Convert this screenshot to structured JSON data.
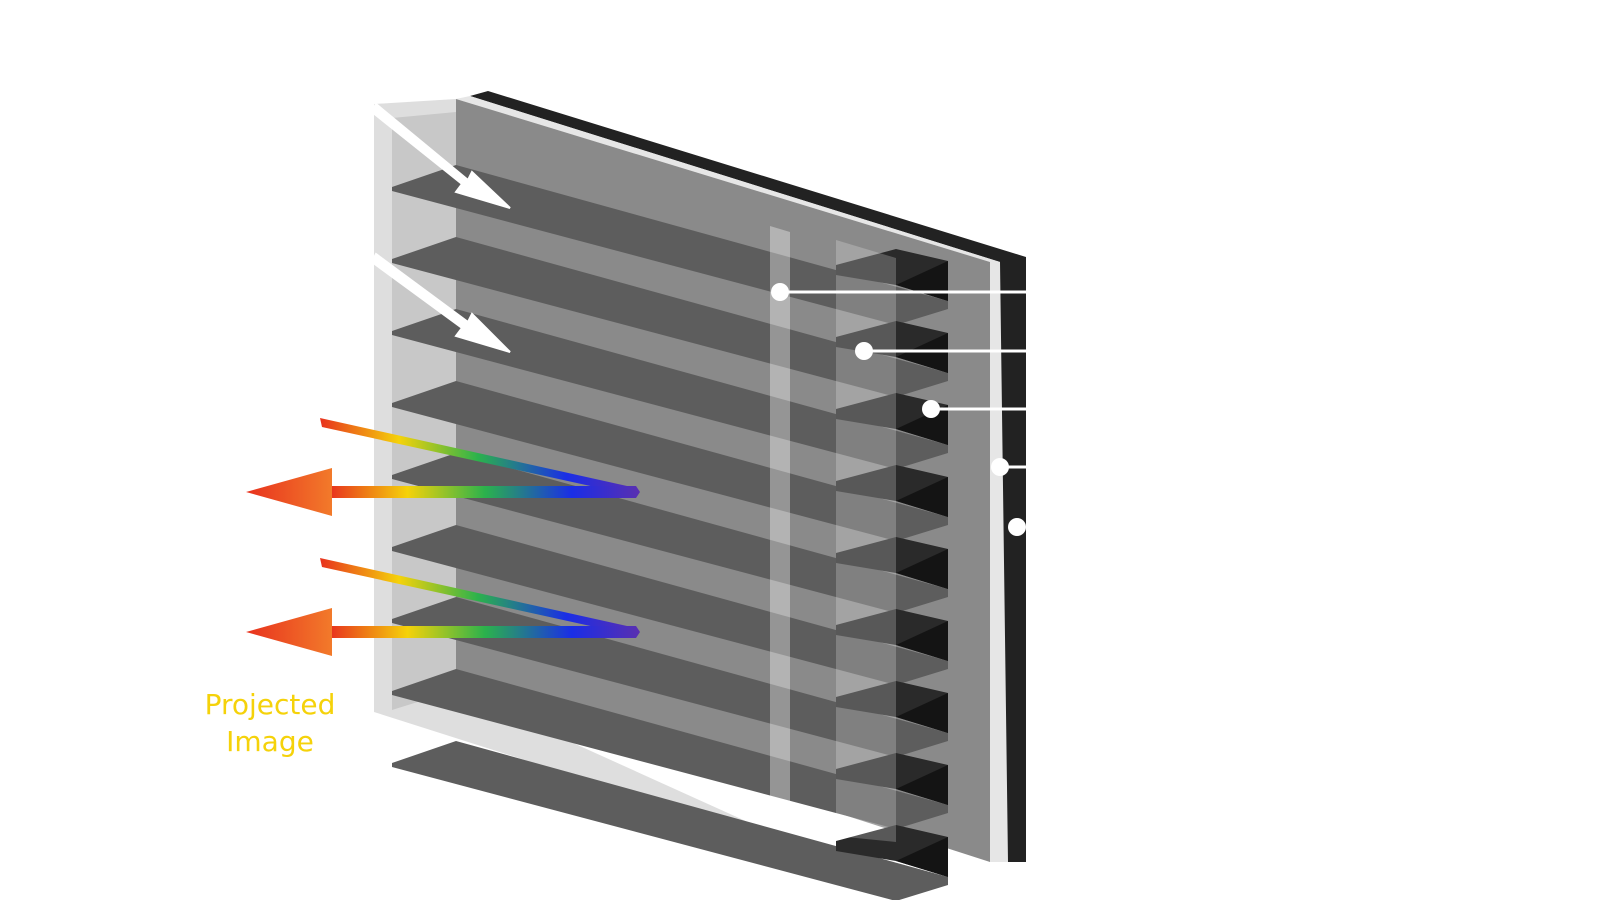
{
  "caption": {
    "line1": "Projected",
    "line2": "Image"
  },
  "colors": {
    "background": "#ffffff",
    "frame_glass": "#dcdcdc",
    "louver_dark": "#5d5d5d",
    "louver_face": "#8a8a8a",
    "black_ridge": "#1e1e1e",
    "caption_text": "#f5d20a",
    "callout": "#ffffff"
  },
  "diagram": {
    "louver_count": 9,
    "incoming_light_arrows": 2,
    "projected_rays": 2,
    "callout_markers": 5,
    "ray_gradient": [
      "#e8321e",
      "#f5d20a",
      "#2bb24c",
      "#1a2ee6",
      "#5a2fb0"
    ]
  }
}
